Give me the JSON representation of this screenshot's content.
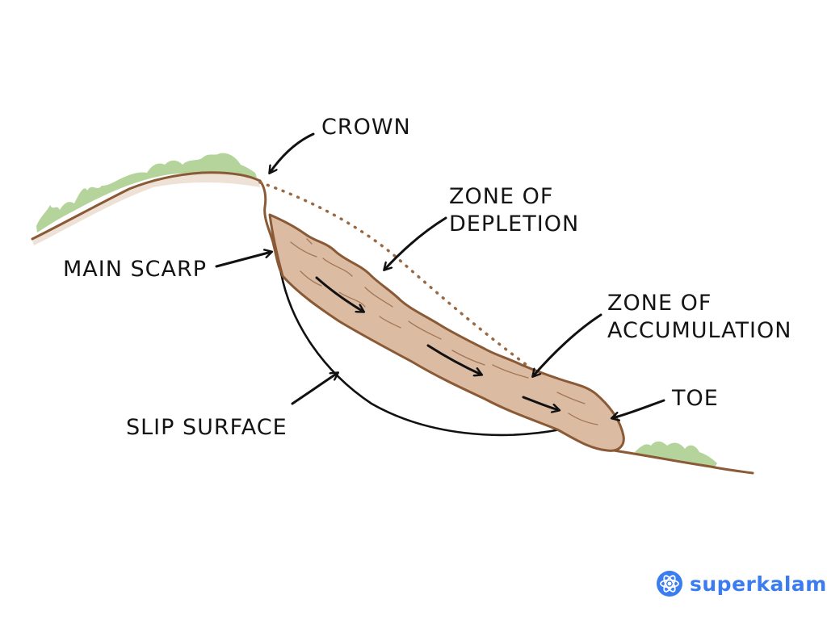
{
  "labels": {
    "crown": "CROWN",
    "zone_of_depletion_line1": "ZONE OF",
    "zone_of_depletion_line2": "DEPLETION",
    "main_scarp": "MAIN SCARP",
    "zone_of_accumulation_line1": "ZONE OF",
    "zone_of_accumulation_line2": "ACCUMULATION",
    "toe": "TOE",
    "slip_surface": "SLIP SURFACE"
  },
  "brand": {
    "name": "superkalam"
  },
  "colors": {
    "ground_line": "#8a5a36",
    "soil_fill": "#d9b9a0",
    "soil_shadow": "#e8d7c8",
    "grass": "#9cc47e",
    "dotted_profile": "#9a6a44",
    "slip_surface": "#111111",
    "arrow": "#111111",
    "brand": "#3b7df0"
  },
  "icons": {
    "brand_logo": "atom-icon"
  }
}
